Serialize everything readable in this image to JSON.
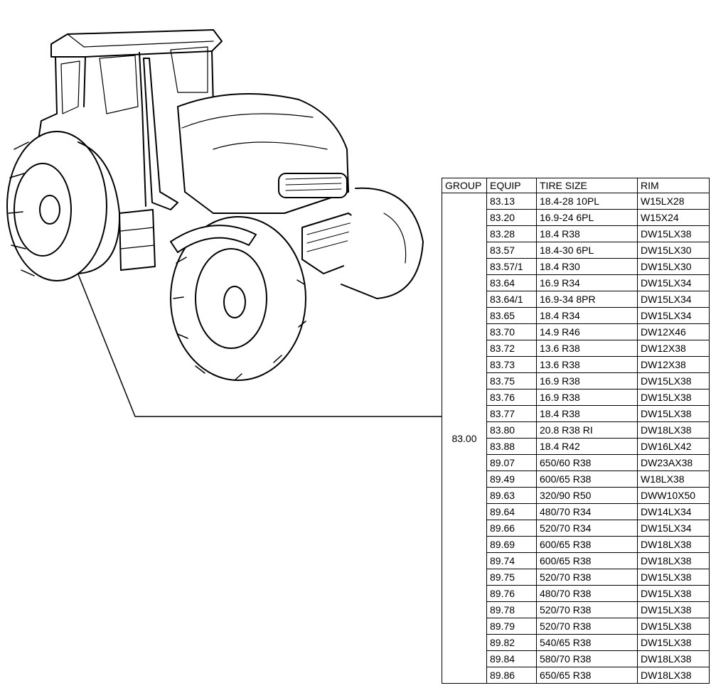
{
  "table": {
    "headers": [
      "GROUP",
      "EQUIP",
      "TIRE SIZE",
      "RIM"
    ],
    "group": "83.00",
    "rows": [
      [
        "83.13",
        "18.4-28 10PL",
        "W15LX28"
      ],
      [
        "83.20",
        "16.9-24 6PL",
        "W15X24"
      ],
      [
        "83.28",
        "18.4 R38",
        "DW15LX38"
      ],
      [
        "83.57",
        "18.4-30 6PL",
        "DW15LX30"
      ],
      [
        "83.57/1",
        "18.4 R30",
        "DW15LX30"
      ],
      [
        "83.64",
        "16.9 R34",
        "DW15LX34"
      ],
      [
        "83.64/1",
        "16.9-34 8PR",
        "DW15LX34"
      ],
      [
        "83.65",
        "18.4 R34",
        "DW15LX34"
      ],
      [
        "83.70",
        "14.9 R46",
        "DW12X46"
      ],
      [
        "83.72",
        "13.6 R38",
        "DW12X38"
      ],
      [
        "83.73",
        "13.6 R38",
        "DW12X38"
      ],
      [
        "83.75",
        "16.9 R38",
        "DW15LX38"
      ],
      [
        "83.76",
        "16.9 R38",
        "DW15LX38"
      ],
      [
        "83.77",
        "18.4 R38",
        "DW15LX38"
      ],
      [
        "83.80",
        "20.8 R38 RI",
        "DW18LX38"
      ],
      [
        "83.88",
        "18.4 R42",
        "DW16LX42"
      ],
      [
        "89.07",
        "650/60 R38",
        "DW23AX38"
      ],
      [
        "89.49",
        "600/65 R38",
        "W18LX38"
      ],
      [
        "89.63",
        "320/90 R50",
        "DWW10X50"
      ],
      [
        "89.64",
        "480/70 R34",
        "DW14LX34"
      ],
      [
        "89.66",
        "520/70 R34",
        "DW15LX34"
      ],
      [
        "89.69",
        "600/65 R38",
        "DW18LX38"
      ],
      [
        "89.74",
        "600/65 R38",
        "DW18LX38"
      ],
      [
        "89.75",
        "520/70 R38",
        "DW15LX38"
      ],
      [
        "89.76",
        "480/70 R38",
        "DW15LX38"
      ],
      [
        "89.78",
        "520/70 R38",
        "DW15LX38"
      ],
      [
        "89.79",
        "520/70 R38",
        "DW15LX38"
      ],
      [
        "89.82",
        "540/65 R38",
        "DW15LX38"
      ],
      [
        "89.84",
        "580/70 R38",
        "DW18LX38"
      ],
      [
        "89.86",
        "650/65 R38",
        "DW18LX38"
      ]
    ]
  }
}
